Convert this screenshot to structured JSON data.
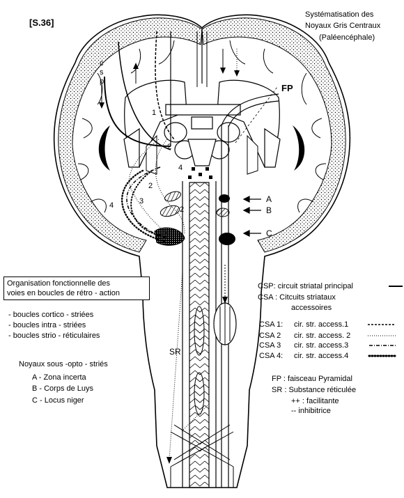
{
  "header": {
    "code": "[S.36]",
    "title_lines": [
      "Systématisation des",
      "Noyaux Gris Centraux",
      "(Paléencéphale)"
    ]
  },
  "labels": {
    "csp": [
      "c",
      "s",
      "p"
    ],
    "fp": "FP",
    "sr": "SR",
    "nums": [
      "1",
      "2",
      "3",
      "4",
      "2"
    ],
    "arrows": [
      "A",
      "B",
      "C"
    ]
  },
  "org_box": [
    "Organisation fonctionnelle des",
    "voies en boucles de rétro - action"
  ],
  "loops": [
    "- boucles cortico - striées",
    "- boucles intra - striées",
    "- boucles strio - réticulaires"
  ],
  "nuclei": {
    "title": "Noyaux sous -opto - striés",
    "items": [
      "A - Zona incerta",
      "B - Corps de Luys",
      "C - Locus niger"
    ]
  },
  "legend": {
    "csp": "CSP: circuit striatal principal",
    "csa": [
      "CSA :  Citcuits striataux",
      "accessoires"
    ],
    "rows": [
      {
        "code": "CSA 1:",
        "text": "cir. str. access.1"
      },
      {
        "code": "CSA 2",
        "text": "cir. str. access. 2"
      },
      {
        "code": "CSA 3",
        "text": "cir. str. access.3"
      },
      {
        "code": "CSA 4:",
        "text": "cir. str. access.4"
      }
    ],
    "fp": "FP : faisceau Pyramidal",
    "sr": "SR : Substance réticulée",
    "plus": "++ : facilitante",
    "minus": "--  inhibitrice"
  }
}
